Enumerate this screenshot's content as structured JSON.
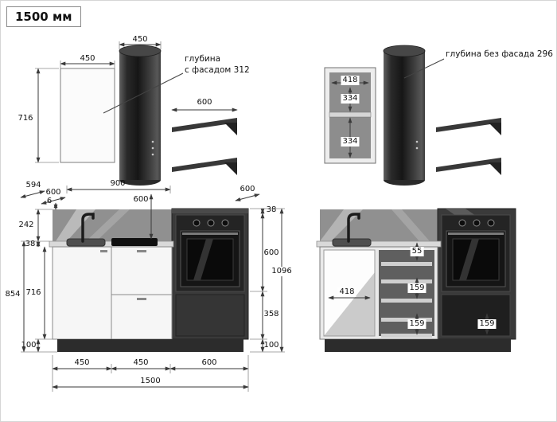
{
  "title": "1500 мм",
  "left_upper": {
    "cabinet_width": "450",
    "hood_width": "450",
    "note_line1": "глубина",
    "note_line2": "с фасадом 312",
    "shelf_width": "600",
    "cabinet_height": "716"
  },
  "right_upper": {
    "inner_width": "418",
    "upper_height": "334",
    "lower_height": "334",
    "note": "глубина без фасада 296"
  },
  "left_lower": {
    "depth": "594",
    "left_width": "600",
    "span": "900",
    "hood_gap": "600",
    "column_depth": "600",
    "overhang": "6",
    "upstand": "242",
    "counter_thickness": "38",
    "base_height": "716",
    "side_total": "854",
    "plinth": "100",
    "seg1": "450",
    "seg2": "450",
    "seg3": "600",
    "total": "1500",
    "top_trim": "38",
    "oven_zone": "600",
    "full_height": "1096",
    "lower_zone": "358",
    "plinth_right": "100"
  },
  "right_lower": {
    "gap_top": "55",
    "drawer_a": "159",
    "inner_width": "418",
    "drawer_b": "159",
    "oven_lower": "159"
  }
}
